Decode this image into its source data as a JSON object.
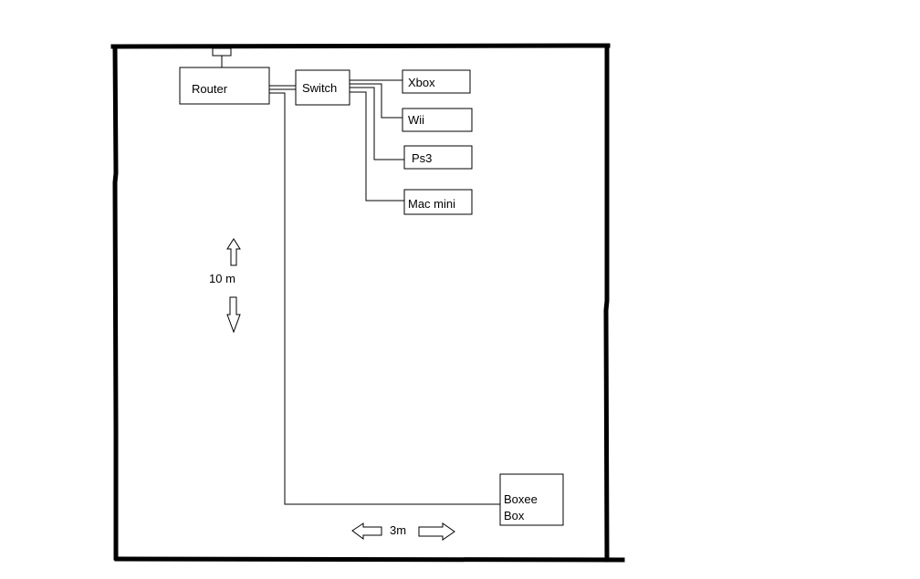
{
  "diagram": {
    "nodes": {
      "router": "Router",
      "switch": "Switch",
      "xbox": "Xbox",
      "wii": "Wii",
      "ps3": "Ps3",
      "mac_mini": "Mac mini",
      "boxee_line1": "Boxee",
      "boxee_line2": "Box"
    },
    "dimensions": {
      "vertical": "10 m",
      "horizontal": "3m"
    },
    "connections": [
      [
        "Router",
        "Switch"
      ],
      [
        "Switch",
        "Xbox"
      ],
      [
        "Switch",
        "Wii"
      ],
      [
        "Switch",
        "Ps3"
      ],
      [
        "Switch",
        "Mac mini"
      ],
      [
        "Router",
        "Boxee Box"
      ]
    ],
    "colors": {
      "line": "#000000",
      "background": "#ffffff"
    }
  }
}
